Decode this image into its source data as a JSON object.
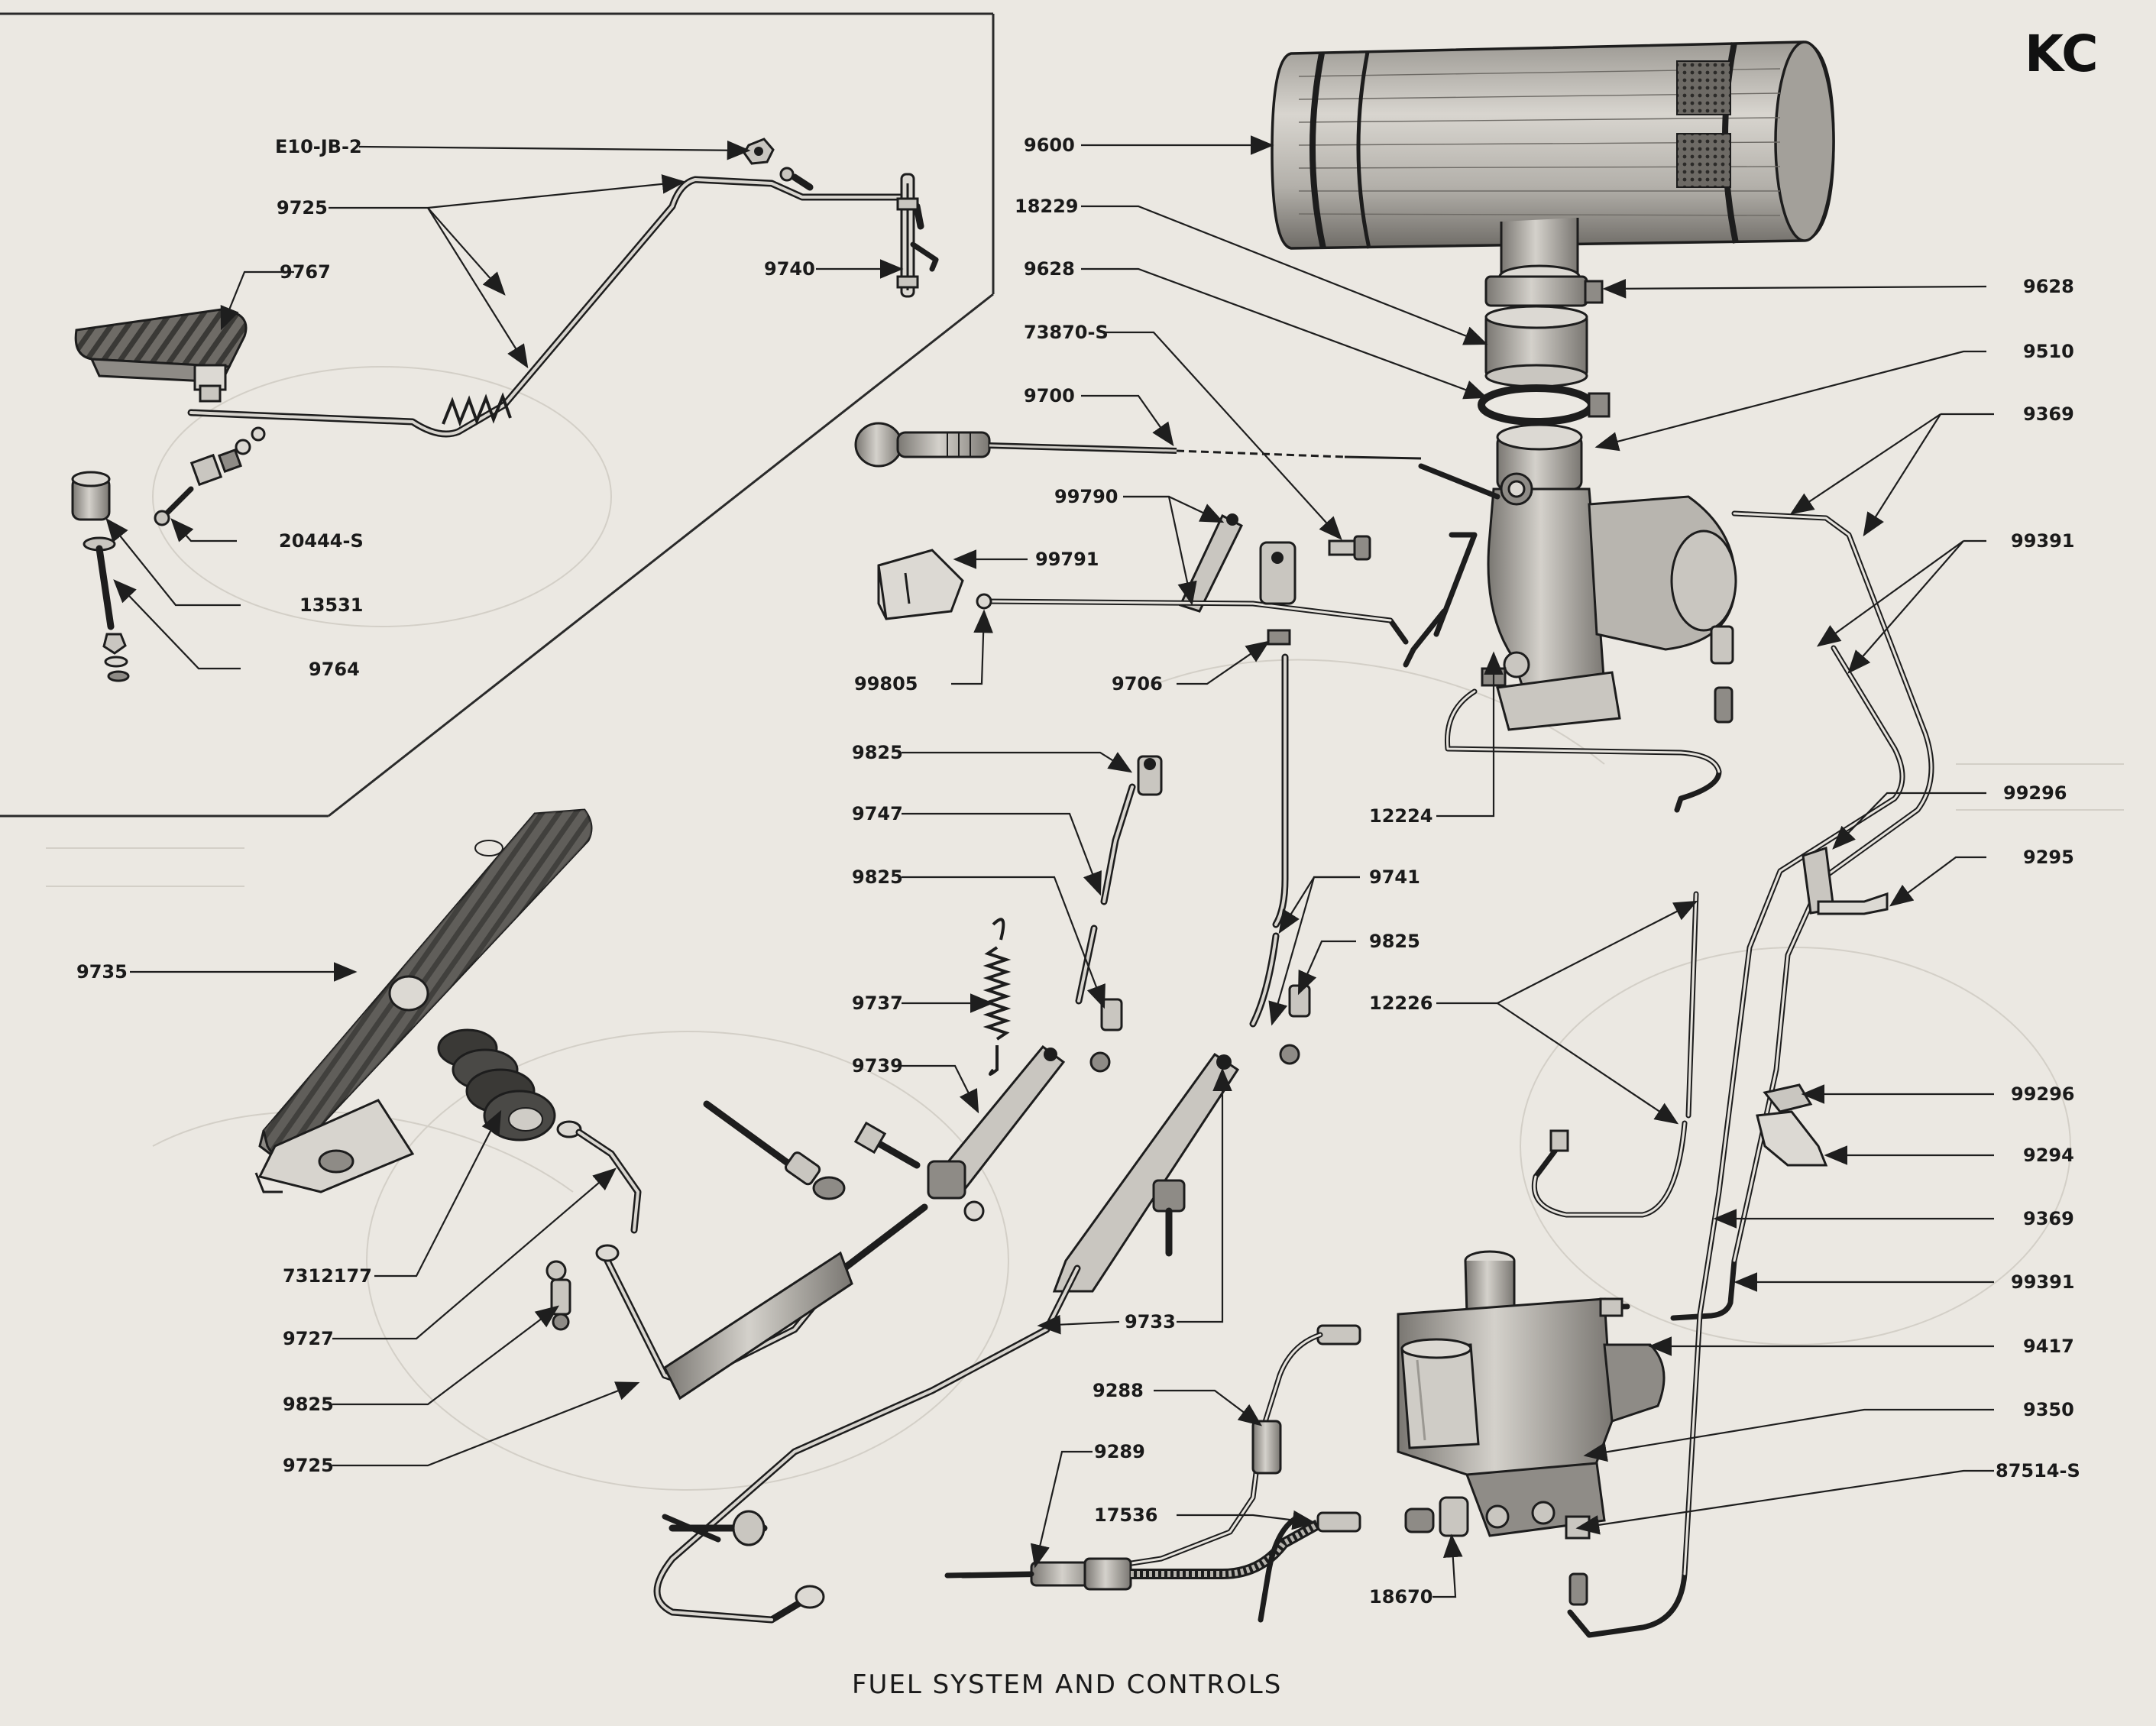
{
  "page_code": "KC",
  "caption": "FUEL SYSTEM AND CONTROLS",
  "callouts": [
    {
      "id": "e10jb2",
      "text": "E10-JB-2"
    },
    {
      "id": "9725a",
      "text": "9725"
    },
    {
      "id": "9767",
      "text": "9767"
    },
    {
      "id": "9740",
      "text": "9740"
    },
    {
      "id": "20444s",
      "text": "20444-S"
    },
    {
      "id": "13531",
      "text": "13531"
    },
    {
      "id": "9764",
      "text": "9764"
    },
    {
      "id": "9600",
      "text": "9600"
    },
    {
      "id": "18229",
      "text": "18229"
    },
    {
      "id": "9628a",
      "text": "9628"
    },
    {
      "id": "73870s",
      "text": "73870-S"
    },
    {
      "id": "9700",
      "text": "9700"
    },
    {
      "id": "99790",
      "text": "99790"
    },
    {
      "id": "99791",
      "text": "99791"
    },
    {
      "id": "99805",
      "text": "99805"
    },
    {
      "id": "9706",
      "text": "9706"
    },
    {
      "id": "9628b",
      "text": "9628"
    },
    {
      "id": "9510",
      "text": "9510"
    },
    {
      "id": "9369a",
      "text": "9369"
    },
    {
      "id": "99391a",
      "text": "99391"
    },
    {
      "id": "12224",
      "text": "12224"
    },
    {
      "id": "9825a",
      "text": "9825"
    },
    {
      "id": "9747",
      "text": "9747"
    },
    {
      "id": "9825b",
      "text": "9825"
    },
    {
      "id": "9741",
      "text": "9741"
    },
    {
      "id": "9825c",
      "text": "9825"
    },
    {
      "id": "9737",
      "text": "9737"
    },
    {
      "id": "9739",
      "text": "9739"
    },
    {
      "id": "12226",
      "text": "12226"
    },
    {
      "id": "99296a",
      "text": "99296"
    },
    {
      "id": "9295",
      "text": "9295"
    },
    {
      "id": "9735",
      "text": "9735"
    },
    {
      "id": "7312177",
      "text": "7312177"
    },
    {
      "id": "9727",
      "text": "9727"
    },
    {
      "id": "9825d",
      "text": "9825"
    },
    {
      "id": "9725b",
      "text": "9725"
    },
    {
      "id": "9733",
      "text": "9733"
    },
    {
      "id": "99296b",
      "text": "99296"
    },
    {
      "id": "9294",
      "text": "9294"
    },
    {
      "id": "9369b",
      "text": "9369"
    },
    {
      "id": "99391b",
      "text": "99391"
    },
    {
      "id": "9417",
      "text": "9417"
    },
    {
      "id": "9288",
      "text": "9288"
    },
    {
      "id": "9350",
      "text": "9350"
    },
    {
      "id": "9289",
      "text": "9289"
    },
    {
      "id": "17536",
      "text": "17536"
    },
    {
      "id": "87514s",
      "text": "87514-S"
    },
    {
      "id": "18670",
      "text": "18670"
    }
  ]
}
